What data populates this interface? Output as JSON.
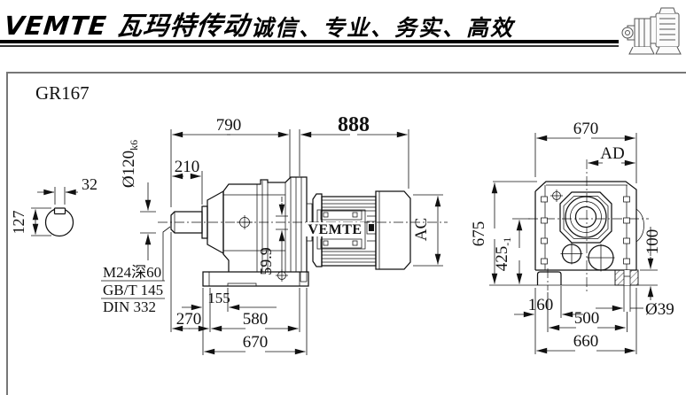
{
  "header": {
    "brand": "VEMTE 瓦玛特传动",
    "slogan": "诚信、专业、务实、高效"
  },
  "drawing": {
    "model": "GR167",
    "highlight_color": "#ff0000",
    "side_view": {
      "dim_790": "790",
      "dim_888": "888",
      "dim_210": "210",
      "dim_shaft_dia": "Ø120",
      "dim_shaft_tol": "k6",
      "dim_key_width": "32",
      "dim_key_height": "127",
      "dim_59_9": "59.9",
      "dim_ac": "AC",
      "dim_155": "155",
      "dim_270": "270",
      "dim_580": "580",
      "dim_670": "670",
      "tap_note_1": "M24深60",
      "tap_note_2": "GB/T 145",
      "tap_note_3": "DIN 332",
      "motor_brand": "VEMTE"
    },
    "end_view": {
      "dim_670": "670",
      "dim_ad": "AD",
      "dim_675": "675",
      "dim_425": "425",
      "dim_425_tol": "-1",
      "dim_100": "100",
      "dim_160": "160",
      "dim_500": "500",
      "dim_660": "660",
      "dim_39": "Ø39"
    }
  }
}
